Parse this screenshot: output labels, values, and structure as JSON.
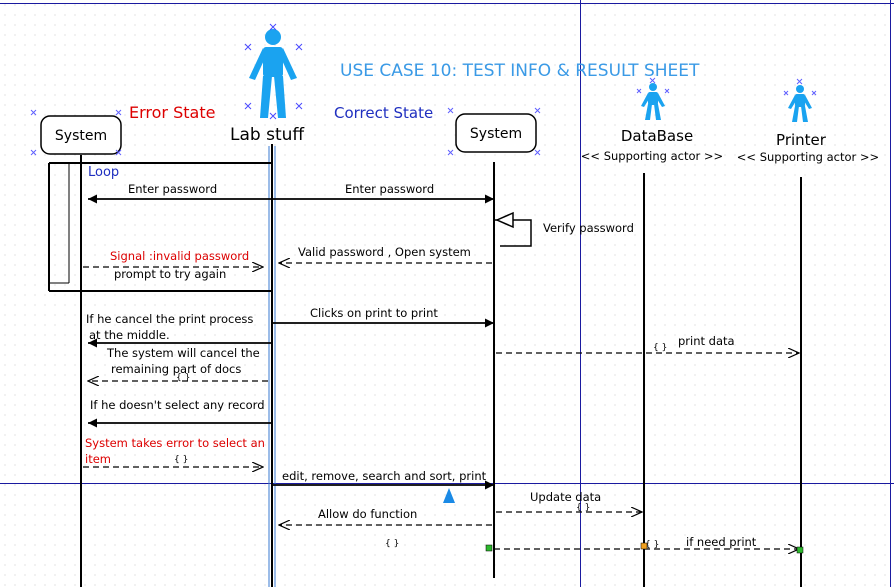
{
  "diagram": {
    "title": "USE CASE 10: TEST INFO & RESULT SHEET",
    "error_state_label": "Error State",
    "correct_state_label": "Correct State",
    "loop_label": "Loop",
    "brace_glyph": "{ }"
  },
  "lifelines": {
    "system_error": {
      "name": "System"
    },
    "lab_stuff": {
      "name": "Lab stuff"
    },
    "system_correct": {
      "name": "System"
    },
    "database": {
      "name": "DataBase",
      "stereotype": "<< Supporting actor >>"
    },
    "printer": {
      "name": "Printer",
      "stereotype": "<< Supporting actor >>"
    }
  },
  "messages": {
    "m1": "Enter password",
    "m2": "Enter password",
    "m3": "Verify password",
    "m4": "Valid password , Open system",
    "m5a": "Signal :invalid password",
    "m5b": "prompt to try again",
    "m6": "Clicks on print to print",
    "m7a": "If he cancel the print process",
    "m7b": "at the middle.",
    "m8": "print data",
    "m9a": "The system will cancel the",
    "m9b": "remaining part of docs",
    "m10": "If he doesn't select any record",
    "m11a": "System takes error to select an",
    "m11b": "item",
    "m12": "edit, remove, search and sort, print",
    "m13": "Update data",
    "m14": "Allow do function",
    "m15": "if need print"
  },
  "colors": {
    "error_text": "#dd0000",
    "correct_text": "#1f2fc0",
    "title_text": "#3a9ae6",
    "actor_fill": "#1aa3f0",
    "grid_line": "#1a1aa0"
  }
}
